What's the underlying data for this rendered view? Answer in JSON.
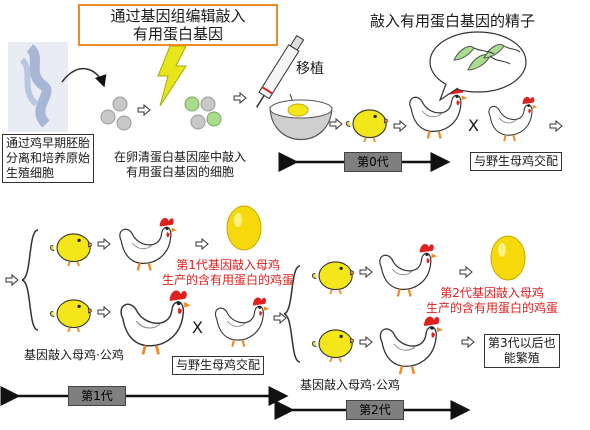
{
  "title": {
    "line1": "通过基因组编辑敲入",
    "line2": "有用蛋白基因",
    "border_color": "#f08a24"
  },
  "sperm_title": "敲入有用蛋白基因的精子",
  "transplant_label": "移植",
  "pgc_box": {
    "line1": "通过鸡早期胚胎",
    "line2": "分离和培养原始",
    "line3": "生殖细胞"
  },
  "knockin_cells": {
    "line1": "在卵清蛋白基因座中敲入",
    "line2": "有用蛋白基因的细胞"
  },
  "cross_mark": "X",
  "wild_hen_label": "与野生母鸡交配",
  "gen0_label": "第0代",
  "gen1_egg_note": {
    "line1": "第1代基因敲入母鸡",
    "line2": "生产的含有用蛋白的鸡蛋"
  },
  "gen1_hen_rooster": "基因敲入母鸡·公鸡",
  "gen1_wild_label": "与野生母鸡交配",
  "gen1_label": "第1代",
  "gen2_egg_note": {
    "line1": "第2代基因敲入母鸡",
    "line2": "生产的含有用蛋白的鸡蛋"
  },
  "gen2_hen_rooster": "基因敲入母鸡·公鸡",
  "gen3_box": {
    "line1": "第3代以后也",
    "line2": "能繁殖"
  },
  "gen2_label": "第2代",
  "colors": {
    "chick": "#f3e71c",
    "egg": "#f5d90a",
    "comb": "#e0201e",
    "cell_gray": "#c8c8c8",
    "cell_green": "#a9dc8c",
    "bolt": "#e6e61a",
    "note_red": "#e02020",
    "gen_bar": "#7f7f7f"
  }
}
